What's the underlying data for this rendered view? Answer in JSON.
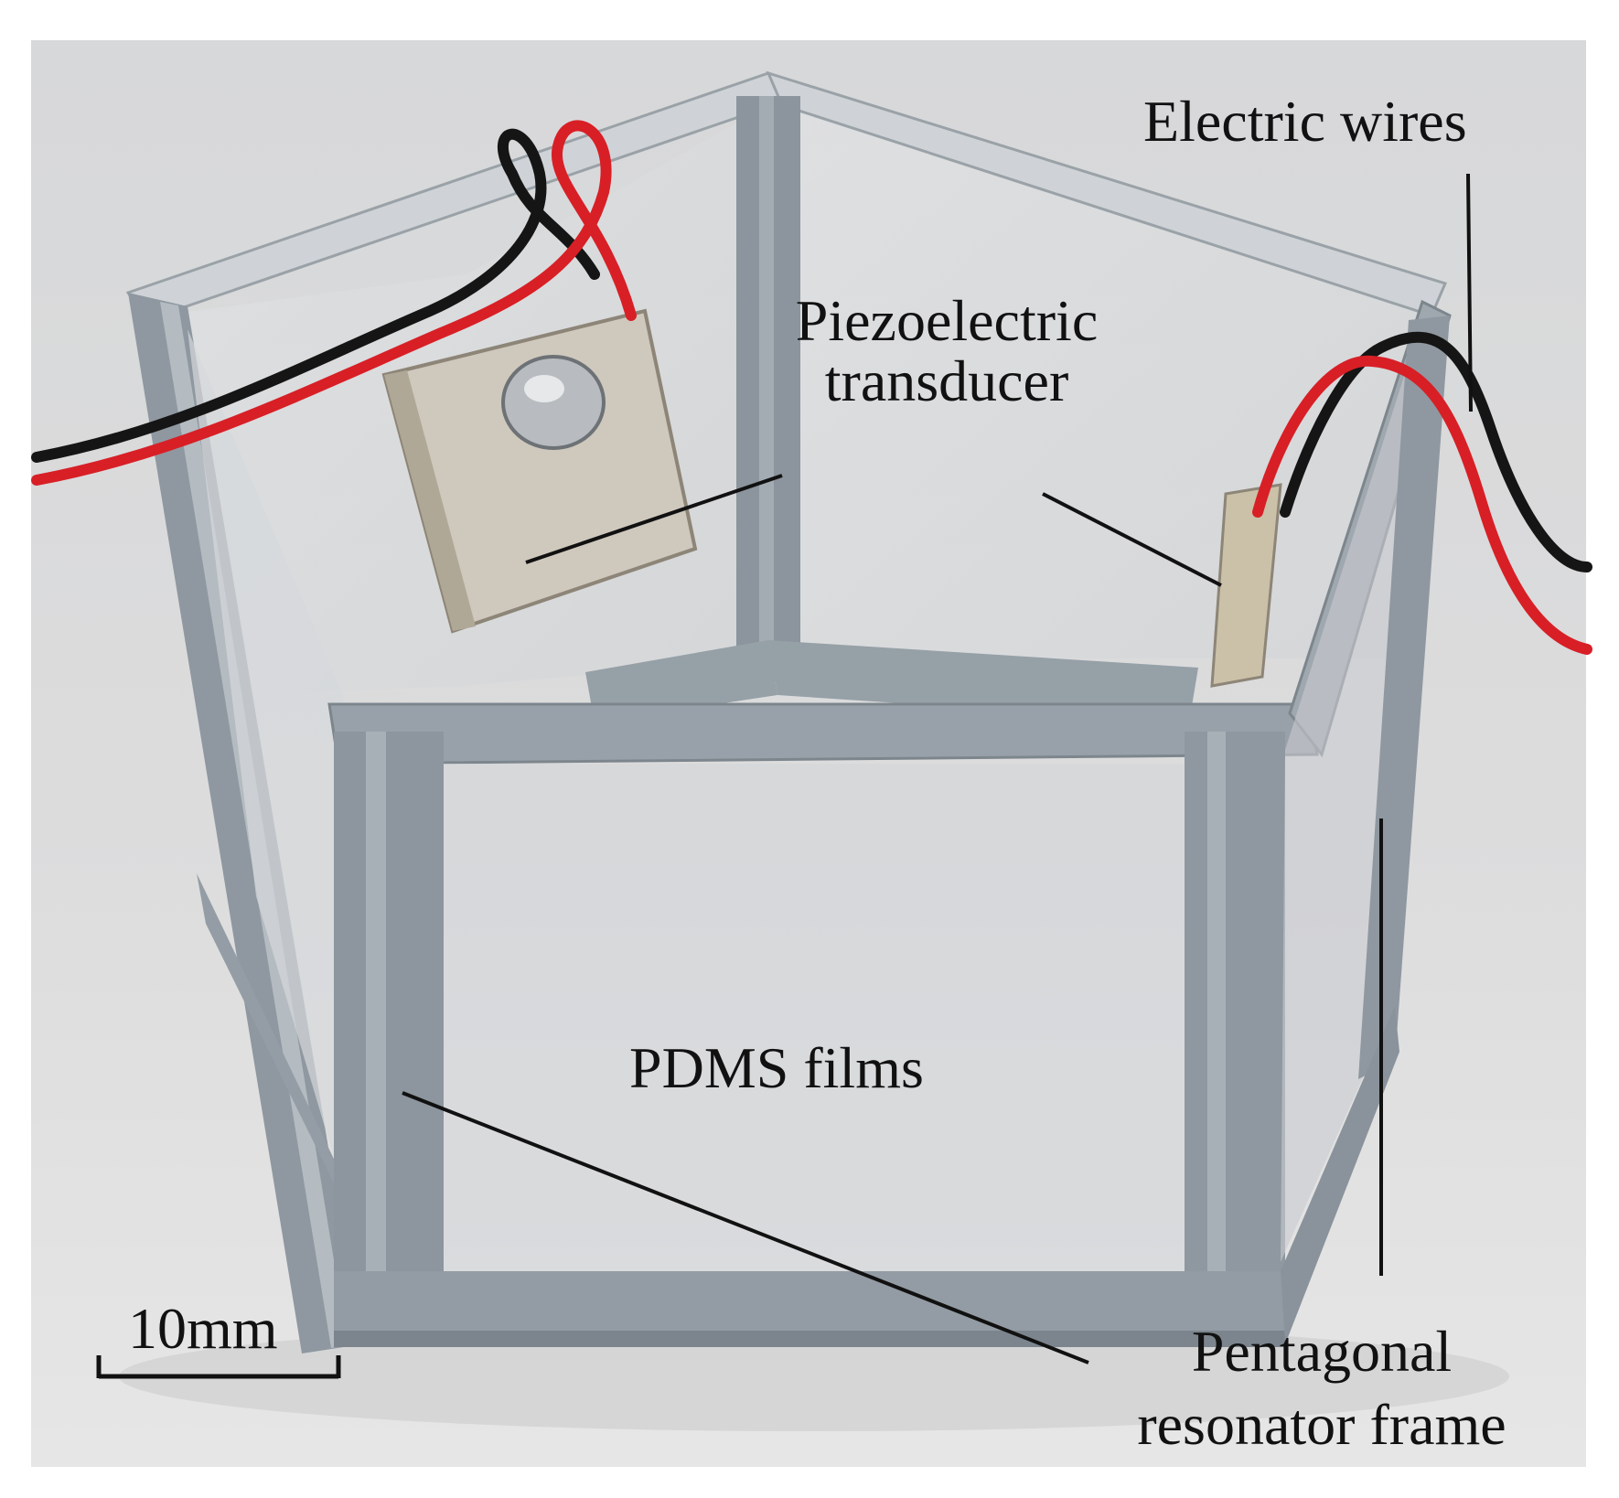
{
  "labels": {
    "electric_wires": "Electric wires",
    "piezo_line1": "Piezoelectric",
    "piezo_line2": "transducer",
    "pdms_films": "PDMS films",
    "frame_line1": "Pentagonal",
    "frame_line2": "resonator frame",
    "scale_bar": "10mm"
  },
  "colors": {
    "background_photo": "#d9dadb",
    "frame_gray": "#8e979f",
    "frame_light": "#aab2b9",
    "wire_red": "#d81f26",
    "wire_black": "#151515",
    "transducer": "#c8c1b6",
    "leader_line": "#111111"
  }
}
